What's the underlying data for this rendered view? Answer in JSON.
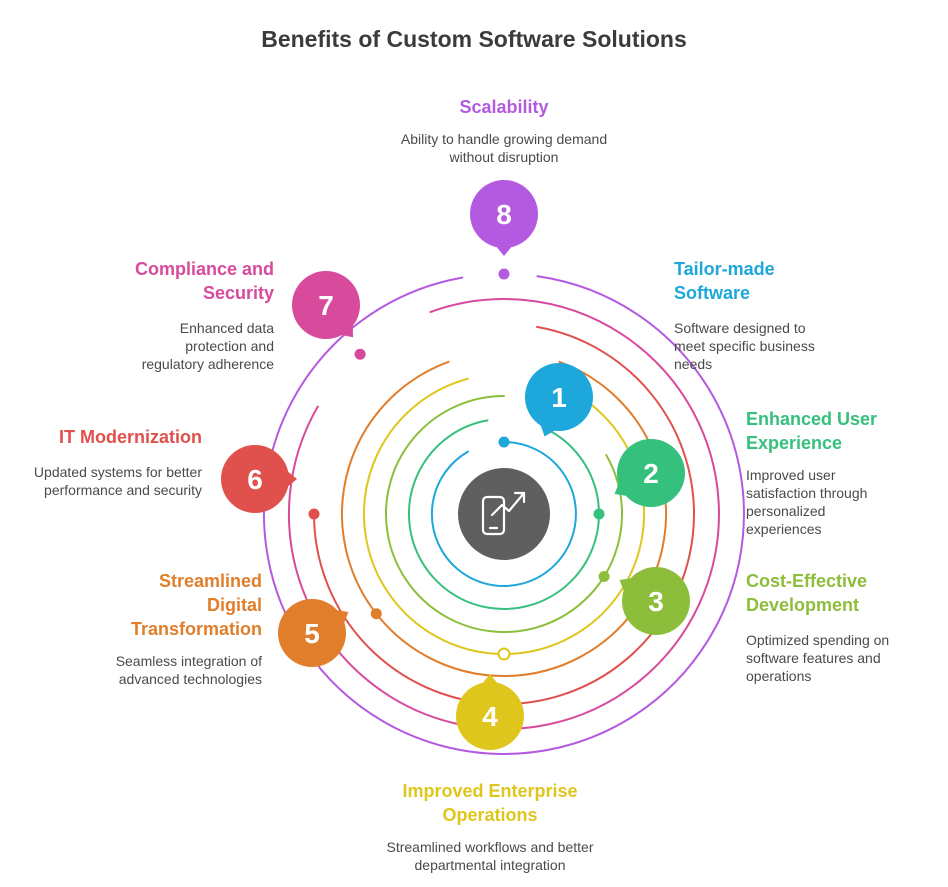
{
  "title": "Benefits of Custom Software Solutions",
  "center_icon": "mobile-growth-icon",
  "benefits": [
    {
      "number": "1",
      "label": "Tailor-made Software",
      "description": "Software designed to meet specific business needs",
      "color": "#1ea7da"
    },
    {
      "number": "2",
      "label": "Enhanced User Experience",
      "description": "Improved user satisfaction through personalized experiences",
      "color": "#36c07e"
    },
    {
      "number": "3",
      "label": "Cost-Effective Development",
      "description": "Optimized spending on software features and operations",
      "color": "#8cbe3b"
    },
    {
      "number": "4",
      "label": "Improved Enterprise Operations",
      "description": "Streamlined workflows and better departmental integration",
      "color": "#dfc61c"
    },
    {
      "number": "5",
      "label": "Streamlined Digital Transformation",
      "description": "Seamless integration of advanced technologies",
      "color": "#e07e2c"
    },
    {
      "number": "6",
      "label": "IT Modernization",
      "description": "Updated systems for better performance and security",
      "color": "#e0504d"
    },
    {
      "number": "7",
      "label": "Compliance and Security",
      "description": "Enhanced data protection and regulatory adherence",
      "color": "#d84a9c"
    },
    {
      "number": "8",
      "label": "Scalability",
      "description": "Ability to handle growing demand without disruption",
      "color": "#b45ae0"
    }
  ]
}
